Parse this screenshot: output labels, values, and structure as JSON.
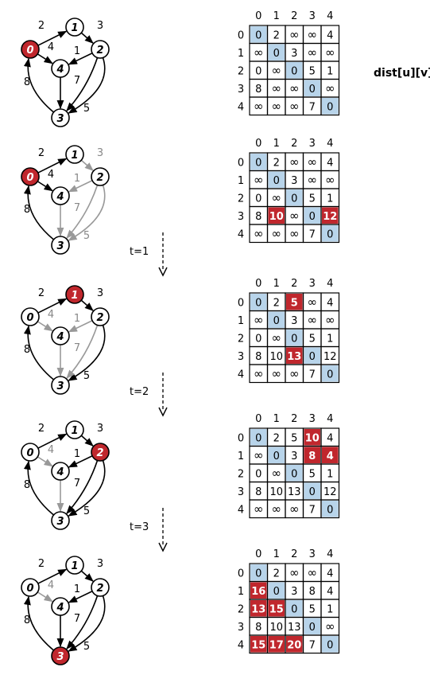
{
  "dist_label": "dist[u][v]",
  "column_headers": [
    "0",
    "1",
    "2",
    "3",
    "4"
  ],
  "row_headers": [
    "0",
    "1",
    "2",
    "3",
    "4"
  ],
  "colors": {
    "diagonal": "#b8d4ea",
    "updated": "#c0272d",
    "edge_active": "#000000",
    "edge_inactive": "#999999",
    "node_highlight": "#c0272d"
  },
  "edges": [
    {
      "from": "0",
      "to": "1",
      "weight": "2"
    },
    {
      "from": "1",
      "to": "2",
      "weight": "3"
    },
    {
      "from": "2",
      "to": "4",
      "weight": "1"
    },
    {
      "from": "0",
      "to": "4",
      "weight": "4"
    },
    {
      "from": "3",
      "to": "0",
      "weight": "8"
    },
    {
      "from": "4",
      "to": "3",
      "weight": ""
    },
    {
      "from": "2",
      "to": "3",
      "weight": "5"
    },
    {
      "from": "2",
      "to": "3",
      "weight": "7"
    }
  ],
  "steps": [
    {
      "label": "",
      "highlight_node": "0",
      "gray_edges": [],
      "matrix": [
        [
          "0",
          "2",
          "∞",
          "∞",
          "4"
        ],
        [
          "∞",
          "0",
          "3",
          "∞",
          "∞"
        ],
        [
          "0",
          "∞",
          "0",
          "5",
          "1"
        ],
        [
          "8",
          "∞",
          "∞",
          "0",
          "∞"
        ],
        [
          "∞",
          "∞",
          "∞",
          "7",
          "0"
        ]
      ],
      "updated": []
    },
    {
      "label": "t=1",
      "highlight_node": "0",
      "gray_edges": [
        1,
        2,
        5,
        6,
        7
      ],
      "matrix": [
        [
          "0",
          "2",
          "∞",
          "∞",
          "4"
        ],
        [
          "∞",
          "0",
          "3",
          "∞",
          "∞"
        ],
        [
          "0",
          "∞",
          "0",
          "5",
          "1"
        ],
        [
          "8",
          "10",
          "∞",
          "0",
          "12"
        ],
        [
          "∞",
          "∞",
          "∞",
          "7",
          "0"
        ]
      ],
      "updated": [
        [
          3,
          1
        ],
        [
          3,
          4
        ]
      ]
    },
    {
      "label": "t=2",
      "highlight_node": "1",
      "gray_edges": [
        2,
        3,
        5,
        7
      ],
      "matrix": [
        [
          "0",
          "2",
          "5",
          "∞",
          "4"
        ],
        [
          "∞",
          "0",
          "3",
          "∞",
          "∞"
        ],
        [
          "0",
          "∞",
          "0",
          "5",
          "1"
        ],
        [
          "8",
          "10",
          "13",
          "0",
          "12"
        ],
        [
          "∞",
          "∞",
          "∞",
          "7",
          "0"
        ]
      ],
      "updated": [
        [
          0,
          2
        ],
        [
          3,
          2
        ]
      ]
    },
    {
      "label": "t=3",
      "highlight_node": "2",
      "gray_edges": [
        3,
        5
      ],
      "matrix": [
        [
          "0",
          "2",
          "5",
          "10",
          "4"
        ],
        [
          "∞",
          "0",
          "3",
          "8",
          "4"
        ],
        [
          "0",
          "∞",
          "0",
          "5",
          "1"
        ],
        [
          "8",
          "10",
          "13",
          "0",
          "12"
        ],
        [
          "∞",
          "∞",
          "∞",
          "7",
          "0"
        ]
      ],
      "updated": [
        [
          0,
          3
        ],
        [
          1,
          3
        ],
        [
          1,
          4
        ]
      ]
    },
    {
      "label": "",
      "highlight_node": "3",
      "gray_edges": [
        3
      ],
      "matrix": [
        [
          "0",
          "2",
          "∞",
          "∞",
          "4"
        ],
        [
          "16",
          "0",
          "3",
          "8",
          "4"
        ],
        [
          "13",
          "15",
          "0",
          "5",
          "1"
        ],
        [
          "8",
          "10",
          "13",
          "0",
          "∞"
        ],
        [
          "15",
          "17",
          "20",
          "7",
          "0"
        ]
      ],
      "updated": [
        [
          1,
          0
        ],
        [
          2,
          0
        ],
        [
          2,
          1
        ],
        [
          4,
          0
        ],
        [
          4,
          1
        ],
        [
          4,
          2
        ]
      ]
    }
  ]
}
